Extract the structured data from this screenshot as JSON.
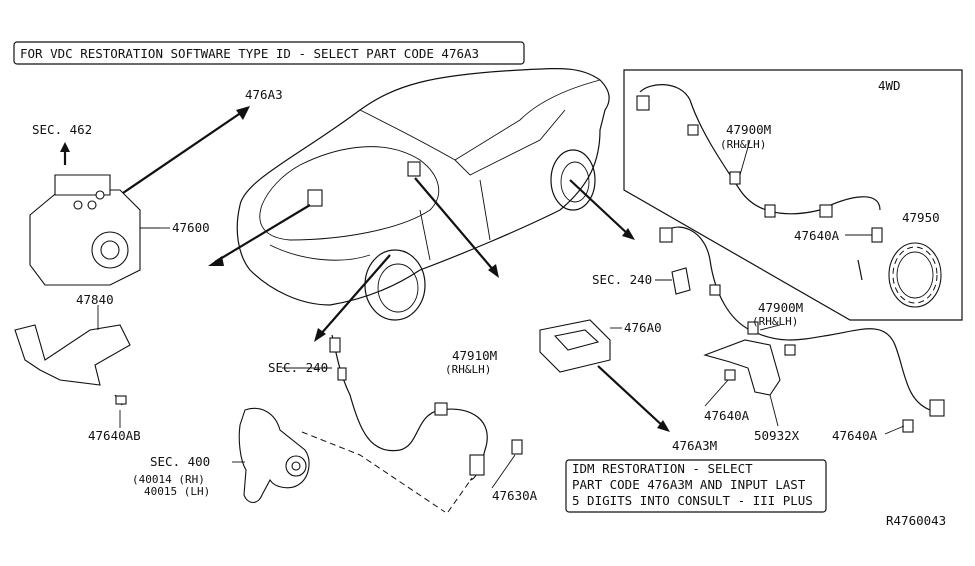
{
  "banner": {
    "text": "FOR VDC RESTORATION SOFTWARE TYPE ID - SELECT PART CODE 476A3"
  },
  "idm_note": {
    "line1": "IDM RESTORATION - SELECT",
    "line2": "PART CODE 476A3M AND INPUT LAST",
    "line3": "5 DIGITS INTO CONSULT - III PLUS"
  },
  "box_4wd": {
    "title": "4WD"
  },
  "labels": {
    "p476A3": "476A3",
    "sec462": "SEC. 462",
    "p47600": "47600",
    "p47840": "47840",
    "p47640AB": "47640AB",
    "sec240_left": "SEC. 240",
    "p47910M": "47910M",
    "p47910M_rhlh": "(RH&LH)",
    "sec400": "SEC. 400",
    "p40014": "(40014 (RH)",
    "p40015": "40015 (LH)",
    "p47630A": "47630A",
    "p476A0": "476A0",
    "p476A3M": "476A3M",
    "sec240_right": "SEC. 240",
    "p47900M_top": "47900M",
    "p47900M_top_rhlh": "(RH&LH)",
    "p47640A_top": "47640A",
    "p47950": "47950",
    "p47900M_mid": "47900M",
    "p47900M_mid_rhlh": "(RH&LH)",
    "p47640A_mid": "47640A",
    "p50932X": "50932X",
    "p47640A_right": "47640A",
    "ref": "R4760043"
  },
  "colors": {
    "ink": "#111111",
    "background": "#ffffff"
  }
}
